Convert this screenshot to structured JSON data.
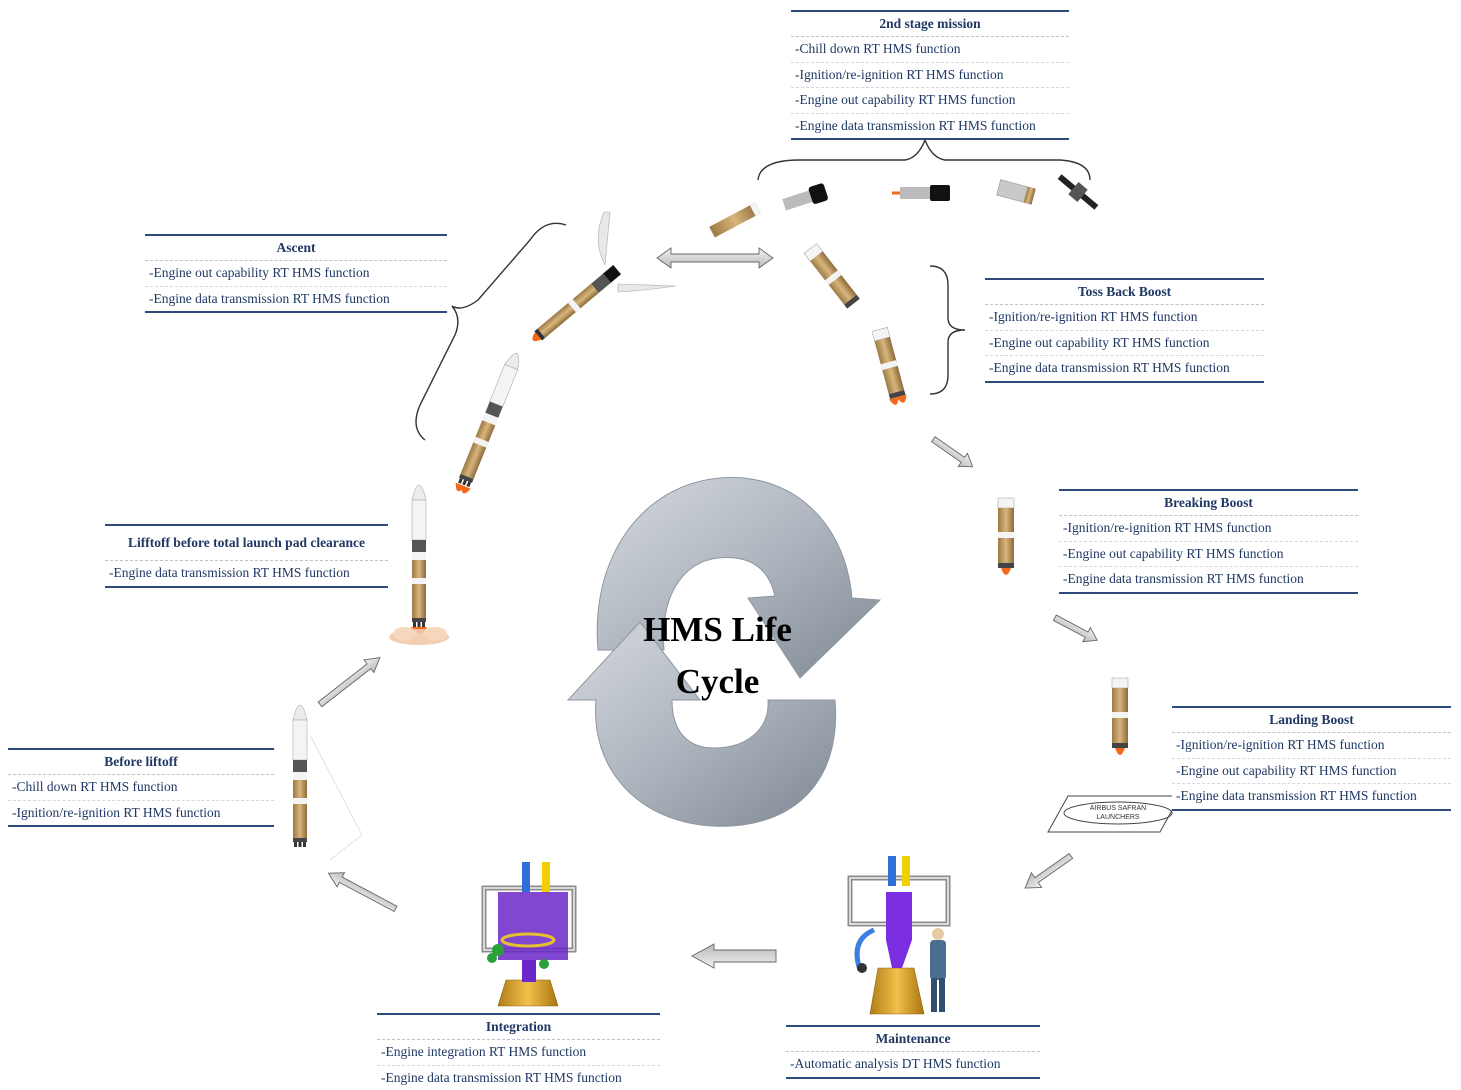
{
  "center": {
    "line1": "HMS Life",
    "line2": "Cycle"
  },
  "phases": {
    "second_stage": {
      "title": "2nd stage mission",
      "items": [
        "-Chill down RT HMS function",
        "-Ignition/re-ignition RT HMS function",
        "-Engine out capability RT HMS function",
        "-Engine data transmission RT HMS function"
      ]
    },
    "ascent": {
      "title": "Ascent",
      "items": [
        "-Engine out capability RT HMS function",
        "-Engine data transmission RT HMS function"
      ]
    },
    "toss_back": {
      "title": "Toss Back Boost",
      "items": [
        "-Ignition/re-ignition RT HMS function",
        "-Engine out capability RT HMS function",
        "-Engine data transmission RT HMS function"
      ]
    },
    "breaking": {
      "title": "Breaking Boost",
      "items": [
        "-Ignition/re-ignition RT HMS function",
        "-Engine out capability RT HMS function",
        "-Engine data transmission RT HMS function"
      ]
    },
    "liftoff": {
      "title": "Lifftoff before total launch pad clearance",
      "items": [
        "-Engine data transmission RT HMS function"
      ]
    },
    "landing": {
      "title": "Landing Boost",
      "items": [
        "-Ignition/re-ignition RT HMS function",
        "-Engine out capability RT HMS function",
        "-Engine data transmission RT HMS function"
      ]
    },
    "before_liftoff": {
      "title": "Before liftoff",
      "items": [
        "-Chill down RT HMS function",
        "-Ignition/re-ignition RT HMS function"
      ]
    },
    "integration": {
      "title": "Integration",
      "items": [
        "-Engine integration RT HMS function",
        "-Engine data transmission RT HMS function"
      ]
    },
    "maintenance": {
      "title": "Maintenance",
      "items": [
        "-Automatic analysis DT HMS function"
      ]
    }
  },
  "landing_pad": {
    "line1": "AIRBUS SAFRAN",
    "line2": "LAUNCHERS"
  },
  "colors": {
    "box_border": "#2f4a7c",
    "text": "#1f3864",
    "cycle_arrow": "#a9b0b9",
    "rocket_tan": "#c9a46c",
    "engine_purple": "#7a2ee0",
    "engine_gold": "#e0a62c"
  }
}
